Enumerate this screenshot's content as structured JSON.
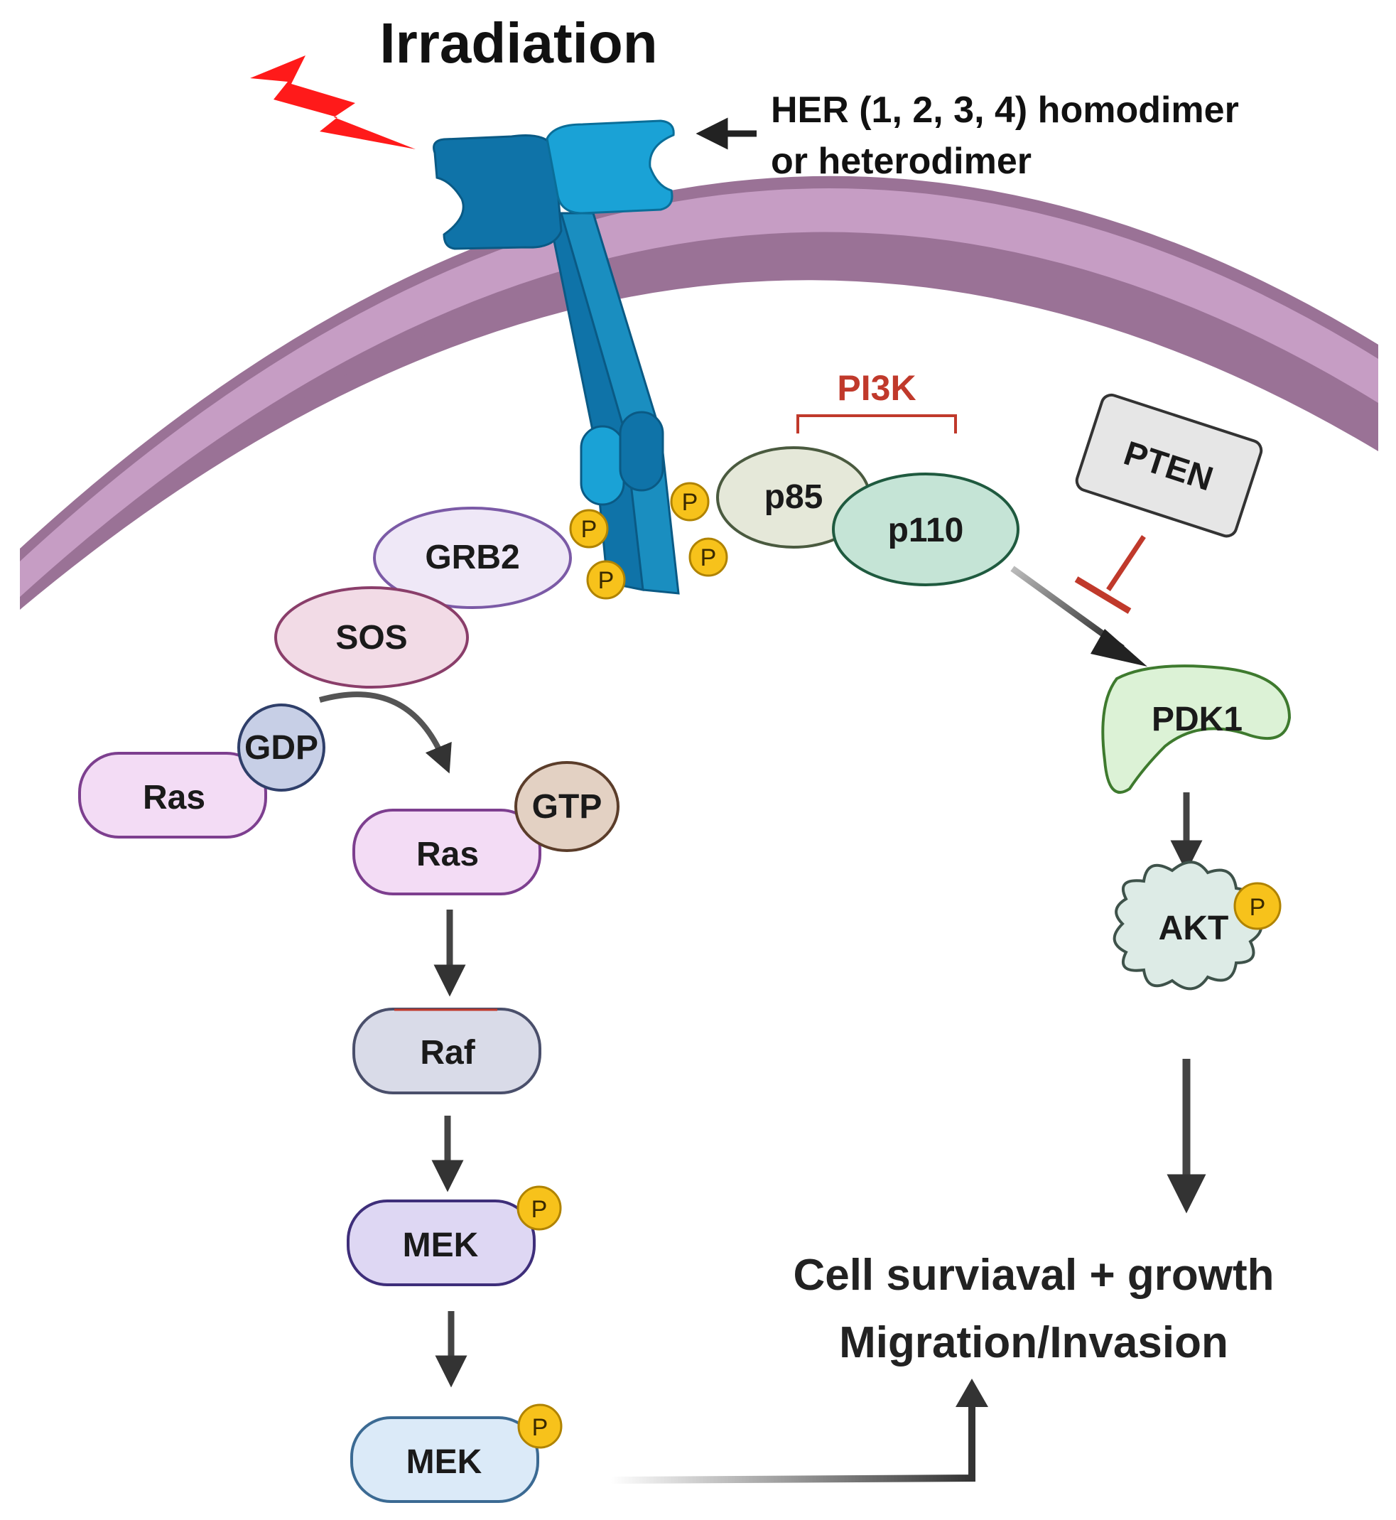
{
  "title": "Irradiation",
  "receptor_label_line1": "HER (1, 2, 3, 4) homodimer",
  "receptor_label_line2": "or heterodimer",
  "pi3k_label": "PI3K",
  "phospho": "P",
  "nodes": {
    "grb2": "GRB2",
    "sos": "SOS",
    "gdp": "GDP",
    "ras_inactive": "Ras",
    "gtp": "GTP",
    "ras_active": "Ras",
    "raf": "Raf",
    "mek1": "MEK",
    "mek2": "MEK",
    "p85": "p85",
    "p110": "p110",
    "pten": "PTEN",
    "pdk1": "PDK1",
    "akt": "AKT"
  },
  "outcome_line1": "Cell surviaval + growth",
  "outcome_line2": "Migration/Invasion",
  "colors": {
    "membrane_outer": "#9a7296",
    "membrane_inner": "#c69dc4",
    "receptor_dark": "#0f73a8",
    "receptor_light": "#1aa2d6",
    "phospho_fill": "#f7c21b",
    "inhibition": "#c0392b",
    "pi3k_text": "#c0392b",
    "lightning": "#ff1a1a"
  }
}
